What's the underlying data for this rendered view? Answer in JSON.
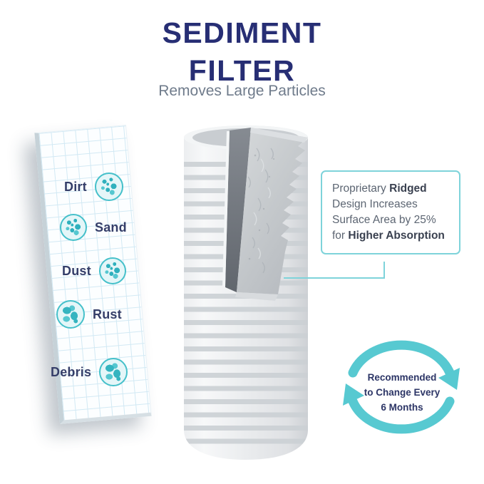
{
  "page": {
    "background": "#ffffff"
  },
  "header": {
    "title_line1": "SEDIMENT",
    "title_line2": "FILTER",
    "subtitle": "Removes Large Particles"
  },
  "particle_panel": {
    "items": [
      {
        "label": "Dirt",
        "icon": "dirt-particles-icon"
      },
      {
        "label": "Sand",
        "icon": "sand-particles-icon"
      },
      {
        "label": "Dust",
        "icon": "dust-particles-icon"
      },
      {
        "label": "Rust",
        "icon": "rust-particles-icon"
      },
      {
        "label": "Debris",
        "icon": "debris-particles-icon"
      }
    ]
  },
  "callout": {
    "segments": [
      {
        "text": "Proprietary ",
        "bold": false
      },
      {
        "text": "Ridged",
        "bold": true
      },
      {
        "text": " Design Increases Surface Area by 25% for ",
        "bold": false
      },
      {
        "text": "Higher Absorption",
        "bold": true
      }
    ]
  },
  "reminder_badge": {
    "line1": "Recommended",
    "line2": "to Change Every",
    "line3": "6 Months"
  },
  "colors": {
    "navy": "#272e74",
    "subtitle_gray": "#6f7b8b",
    "teal_accent": "#57c9d1",
    "callout_border": "#7ed3da",
    "icon_ring": "#45c0ca",
    "grid_line": "#d2e9f4"
  }
}
